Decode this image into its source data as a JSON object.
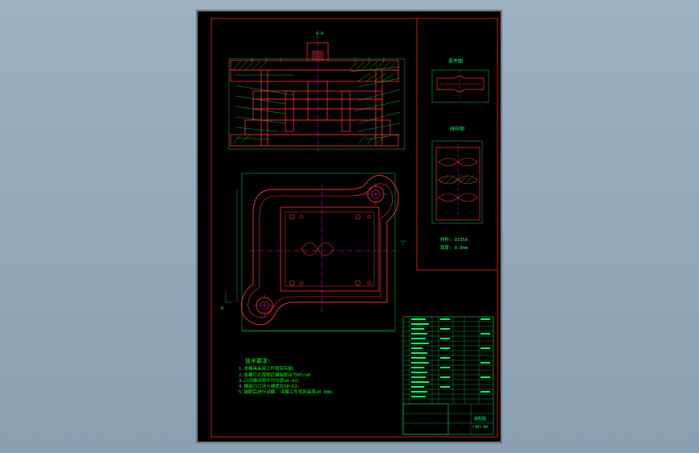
{
  "views": {
    "workpiece_label": "零件图",
    "layout_label": "排样图",
    "material_line": "材料: Q235A",
    "thickness_line": "厚度: 0.8mm",
    "section_label": "A-A",
    "view_marker": "A"
  },
  "tech_requirements": {
    "title": "技术要求:",
    "items": [
      "1.本模具采用工件按实际制.",
      "2.各螺钉孔按相应模板配合为H7/n6",
      "3.凸凹模间隙不均匀度≤0.02;",
      "4.模具刃口淬火硬度在58~62;",
      "5.装配后进行试模, 试模工件毛刺高度≤0.08m."
    ]
  },
  "title_block": {
    "school": "",
    "drawing_name": "装配图",
    "drawing_no": "YJMJ-00"
  },
  "colors": {
    "background": "#8ea3b5",
    "sheet": "#000000",
    "frame": "#ff0000",
    "outline": "#ff4444",
    "dimension": "#00ff66",
    "centerline": "#ff00ff",
    "hatch": "#00c000"
  }
}
